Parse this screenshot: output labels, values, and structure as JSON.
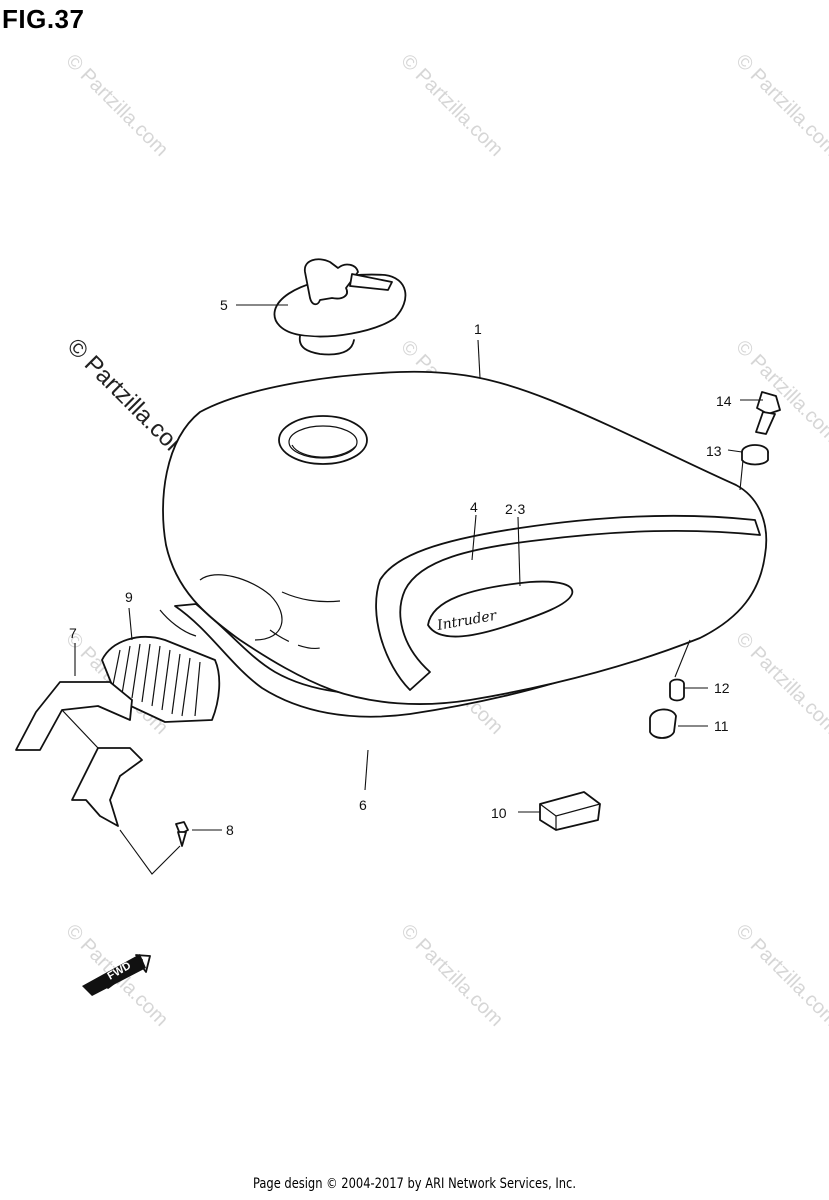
{
  "figure": {
    "title": "FIG.37"
  },
  "watermark": {
    "text": "© Partzilla.com"
  },
  "tank_emblem": {
    "script_text": "Intruder"
  },
  "fwd_arrow": {
    "label": "FWD"
  },
  "callouts": [
    {
      "id": "c1",
      "label": "1"
    },
    {
      "id": "c4",
      "label": "4"
    },
    {
      "id": "c23",
      "label": "2·3"
    },
    {
      "id": "c5",
      "label": "5"
    },
    {
      "id": "c14",
      "label": "14"
    },
    {
      "id": "c13",
      "label": "13"
    },
    {
      "id": "c12",
      "label": "12"
    },
    {
      "id": "c11",
      "label": "11"
    },
    {
      "id": "c10",
      "label": "10"
    },
    {
      "id": "c9",
      "label": "9"
    },
    {
      "id": "c7",
      "label": "7"
    },
    {
      "id": "c6",
      "label": "6"
    },
    {
      "id": "c8",
      "label": "8"
    }
  ],
  "footer": {
    "text": "Page design © 2004-2017 by ARI Network Services, Inc."
  }
}
